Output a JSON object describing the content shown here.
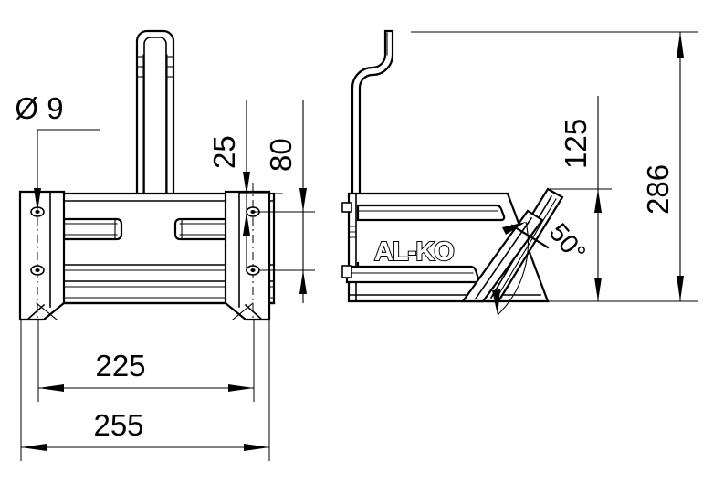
{
  "document": {
    "type": "engineering-drawing",
    "subject": "AL-KO mounting bracket / clamp assembly",
    "views": [
      "front-view",
      "side-view"
    ],
    "units": "mm",
    "line_color": "#000000",
    "background_color": "#ffffff"
  },
  "front_view": {
    "name": "front-view",
    "dimensions": {
      "diameter_callout": {
        "label": "Ø 9",
        "value": 9,
        "symbol": "diameter",
        "target": "upper-left-mounting-hole"
      },
      "hole_offset": {
        "label": "25",
        "value": 25,
        "orientation": "vertical",
        "rotated": true
      },
      "hole_spacing": {
        "label": "80",
        "value": 80,
        "orientation": "vertical",
        "rotated": true
      },
      "inner_width": {
        "label": "225",
        "value": 225,
        "orientation": "horizontal"
      },
      "outer_width": {
        "label": "255",
        "value": 255,
        "orientation": "horizontal"
      }
    }
  },
  "side_view": {
    "name": "side-view",
    "brand_logo": "AL-KO",
    "dimensions": {
      "jaw_height": {
        "label": "125",
        "value": 125,
        "orientation": "vertical",
        "rotated": true
      },
      "total_height": {
        "label": "286",
        "value": 286,
        "orientation": "vertical",
        "rotated": true
      },
      "jaw_angle": {
        "label": "50°",
        "value": 50,
        "unit": "degrees",
        "type": "angular"
      }
    }
  }
}
